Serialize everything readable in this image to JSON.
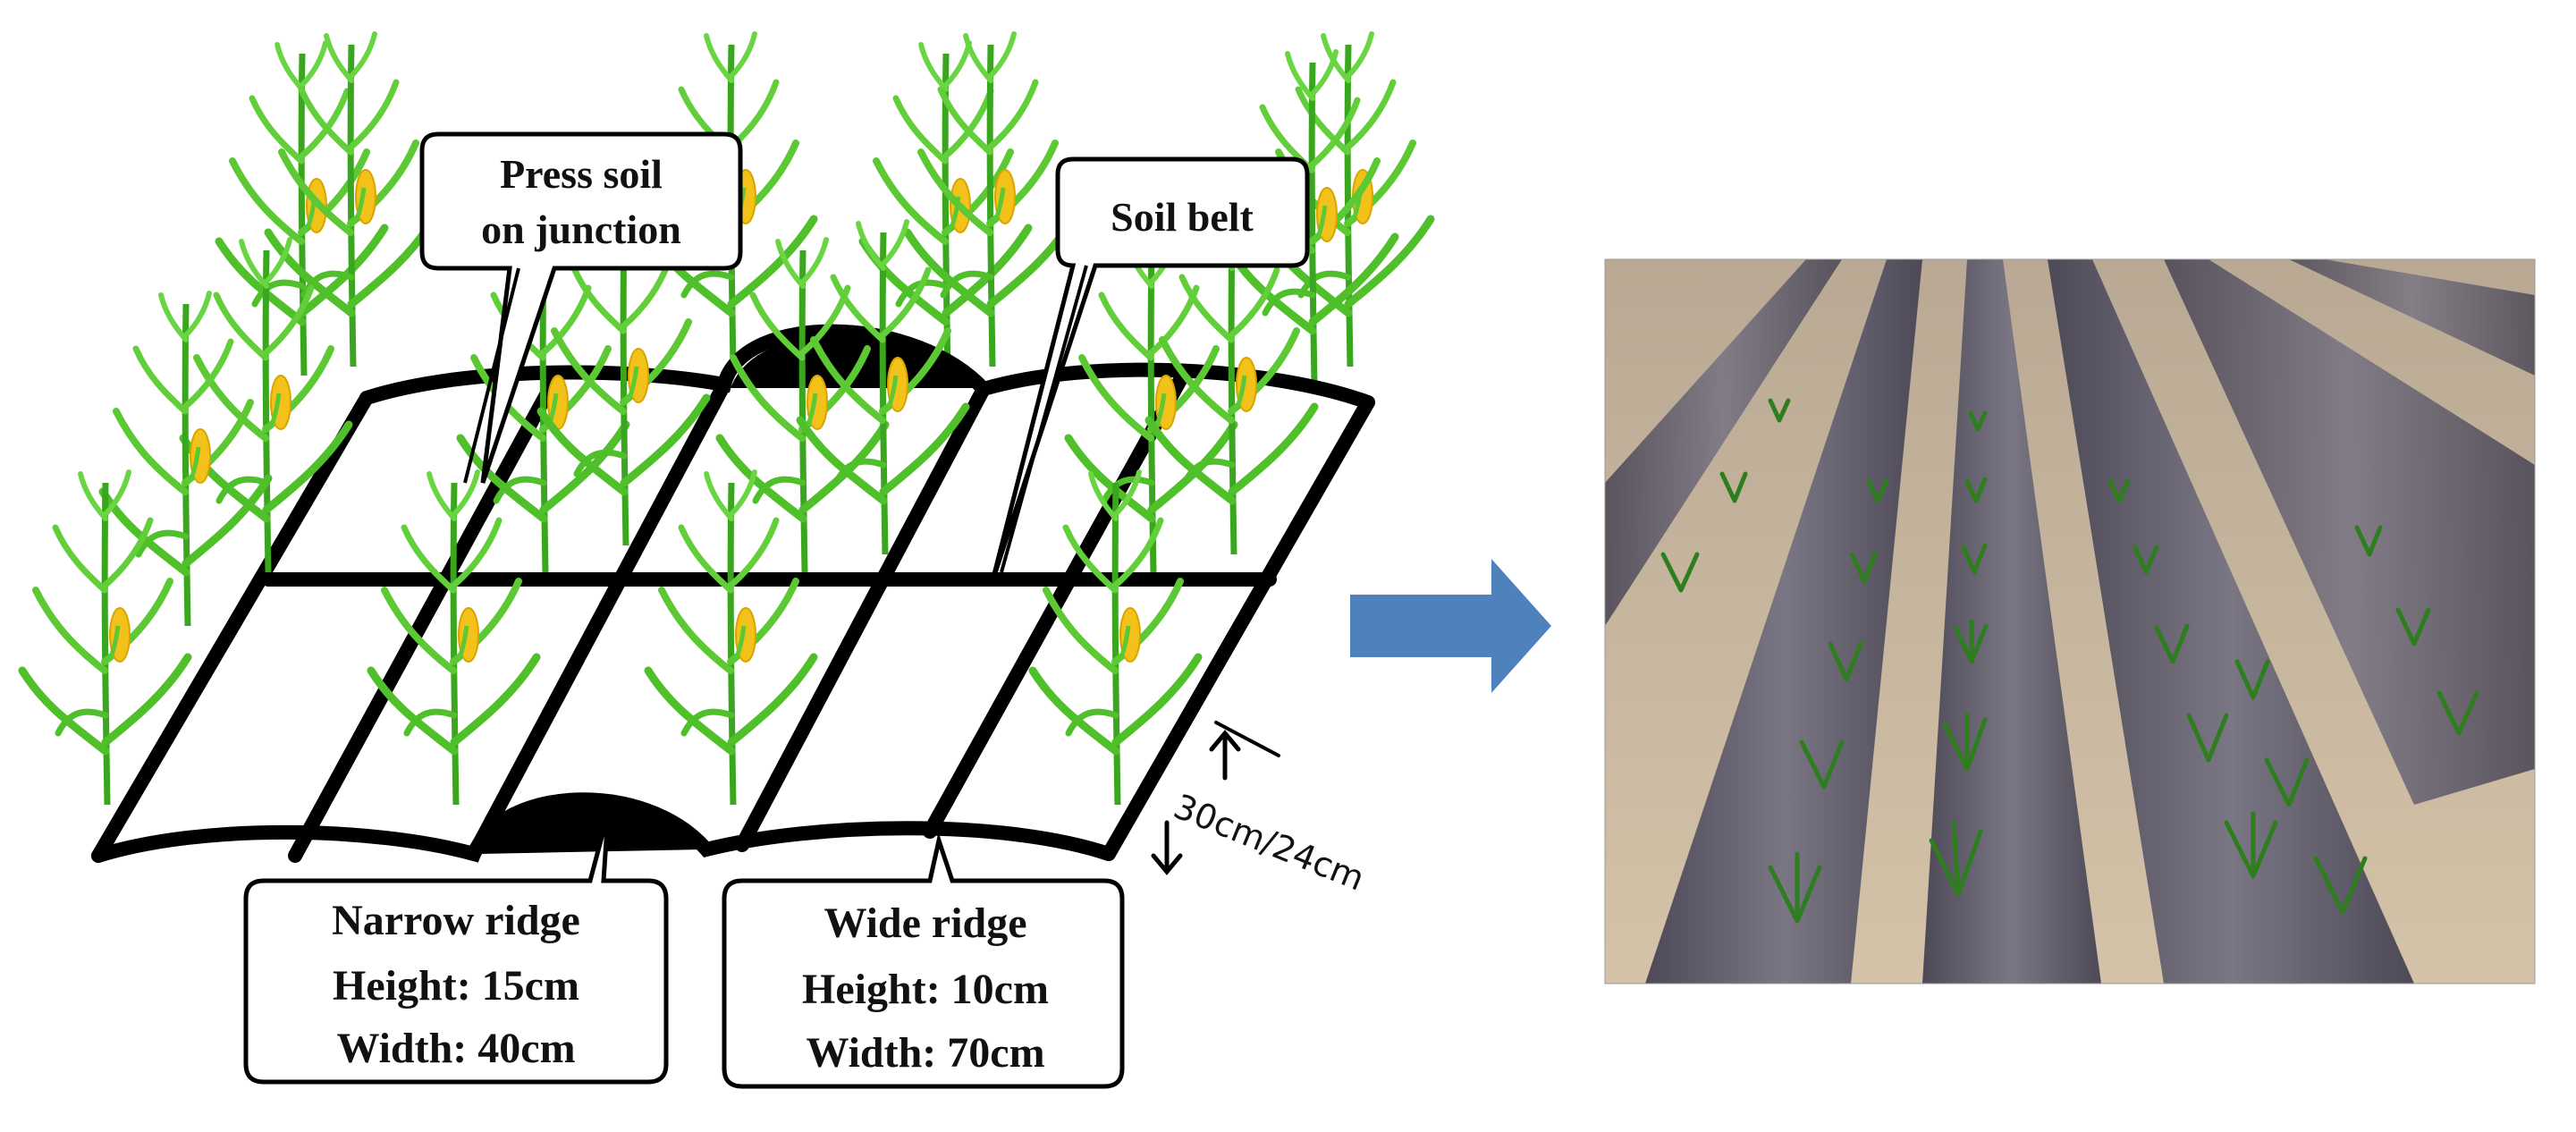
{
  "figure": {
    "labels": {
      "press_soil_line1": "Press soil",
      "press_soil_line2": "on junction",
      "soil_belt": "Soil belt",
      "narrow_ridge_title": "Narrow ridge",
      "narrow_ridge_height": "Height: 15cm",
      "narrow_ridge_width": "Width: 40cm",
      "wide_ridge_title": "Wide ridge",
      "wide_ridge_height": "Height: 10cm",
      "wide_ridge_width": "Width:  70cm",
      "spacing": "30cm/24cm"
    },
    "icons": {
      "arrow": "right-arrow-icon",
      "plant": "maize-plant-icon"
    },
    "colors": {
      "arrow": "#4f81bd",
      "leaf": "#4fbf2a",
      "leaf_dark": "#2f8f1a",
      "cob": "#f2c21a",
      "ridge_line": "#000000",
      "field_soil": "#c9b79d",
      "mulch_film": "#5e5a66"
    }
  }
}
